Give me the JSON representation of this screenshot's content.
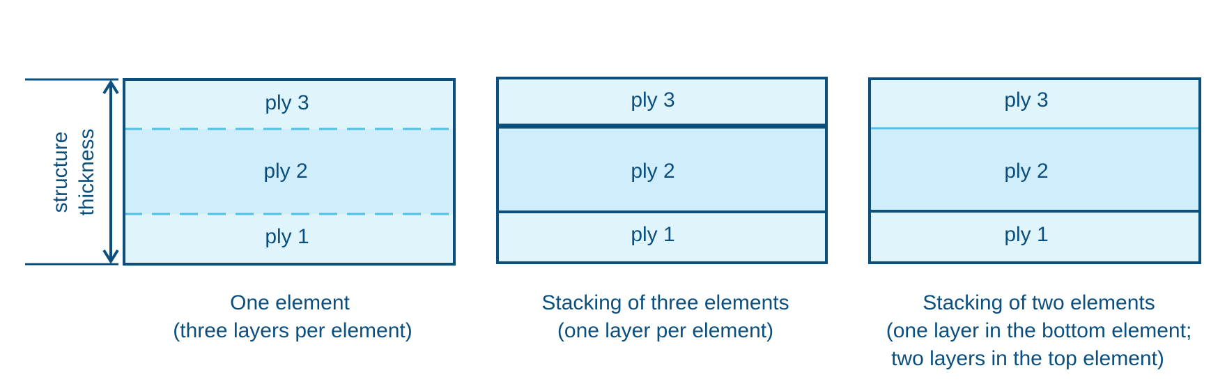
{
  "colors": {
    "outline": "#0b4f7e",
    "text": "#0b4f7e",
    "ply_outer_fill": "#e0f4fc",
    "ply_middle_fill": "#d0edfb",
    "dashed_divider": "#4fc0e8",
    "thin_divider": "#4fc0e8"
  },
  "dimension": {
    "label_line_1": "structure",
    "label_line_2": "thickness",
    "icon": "double-arrow-vertical-icon"
  },
  "panels": [
    {
      "plies": [
        "ply 3",
        "ply 2",
        "ply 1"
      ],
      "caption": [
        "One element",
        "(three layers per element)"
      ]
    },
    {
      "plies": [
        "ply 3",
        "ply 2",
        "ply 1"
      ],
      "caption": [
        "Stacking of three elements",
        "(one layer per element)"
      ]
    },
    {
      "plies": [
        "ply 3",
        "ply 2",
        "ply 1"
      ],
      "caption": [
        "Stacking of two elements",
        "(one layer in the bottom element;",
        "two layers in the top element)"
      ]
    }
  ]
}
